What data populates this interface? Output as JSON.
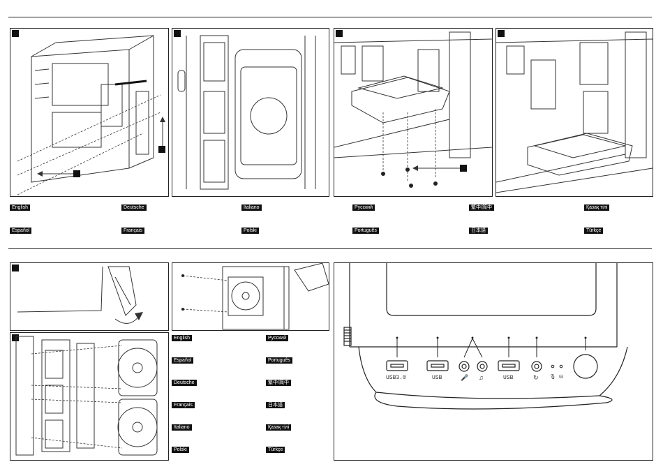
{
  "languages_top": {
    "col1": [
      "English",
      "Español"
    ],
    "col2": [
      "Deutsche",
      "Français"
    ],
    "col3": [
      "Italiano",
      "Polski"
    ],
    "col4": [
      "Русский",
      "Português"
    ],
    "col5": [
      "繁中/简中",
      "日本語"
    ],
    "col6": [
      "Қазақ тілі",
      "Türkçe"
    ]
  },
  "languages_bottom": {
    "left": [
      "English",
      "Español",
      "Deutsche",
      "Français",
      "Italiano",
      "Polski"
    ],
    "right": [
      "Русский",
      "Português",
      "繁中/简中",
      "日本語",
      "Қазақ тілі",
      "Türkçe"
    ]
  },
  "io_panel": {
    "labels": [
      "USB3.0",
      "USB",
      "USB"
    ]
  }
}
